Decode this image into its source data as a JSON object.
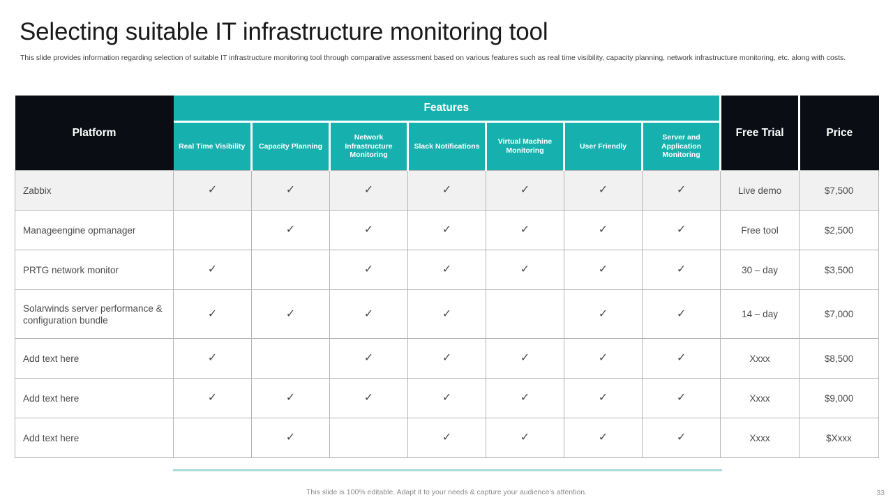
{
  "slide": {
    "title": "Selecting suitable IT infrastructure monitoring tool",
    "subtitle": "This slide provides information regarding selection of suitable IT infrastructure monitoring tool through comparative assessment based on various features such as real time visibility, capacity planning, network infrastructure monitoring, etc. along with costs.",
    "footer_note": "This slide is 100% editable. Adapt it to your needs & capture your audience’s attention.",
    "page_number": "33"
  },
  "colors": {
    "accent_teal": "#16b1ae",
    "header_dark": "#0a0e14",
    "row_shade": "#f1f1f1",
    "accent_line": "#a8dcdc",
    "grid_line": "#b5b5b5"
  },
  "table": {
    "group_header": "Features",
    "columns": {
      "platform": "Platform",
      "features": [
        "Real Time Visibility",
        "Capacity Planning",
        "Network Infrastructure Monitoring",
        "Slack Notifications",
        "Virtual Machine Monitoring",
        "User Friendly",
        "Server and Application Monitoring"
      ],
      "free_trial": "Free Trial",
      "price": "Price"
    },
    "tick_glyph": "✓",
    "rows": [
      {
        "platform": "Zabbix",
        "features": [
          true,
          true,
          true,
          true,
          true,
          true,
          true
        ],
        "free_trial": "Live demo",
        "price": "$7,500",
        "shaded": true,
        "tall": false
      },
      {
        "platform": "Manageengine opmanager",
        "features": [
          false,
          true,
          true,
          true,
          true,
          true,
          true
        ],
        "free_trial": "Free tool",
        "price": "$2,500",
        "shaded": false,
        "tall": false
      },
      {
        "platform": "PRTG network monitor",
        "features": [
          true,
          false,
          true,
          true,
          true,
          true,
          true
        ],
        "free_trial": "30 – day",
        "price": "$3,500",
        "shaded": false,
        "tall": false
      },
      {
        "platform": "Solarwinds server performance & configuration bundle",
        "features": [
          true,
          true,
          true,
          true,
          false,
          true,
          true
        ],
        "free_trial": "14 – day",
        "price": "$7,000",
        "shaded": false,
        "tall": true
      },
      {
        "platform": "Add text here",
        "features": [
          true,
          false,
          true,
          true,
          true,
          true,
          true
        ],
        "free_trial": "Xxxx",
        "price": "$8,500",
        "shaded": false,
        "tall": false
      },
      {
        "platform": "Add text here",
        "features": [
          true,
          true,
          true,
          true,
          true,
          true,
          true
        ],
        "free_trial": "Xxxx",
        "price": "$9,000",
        "shaded": false,
        "tall": false
      },
      {
        "platform": "Add text here",
        "features": [
          false,
          true,
          false,
          true,
          true,
          true,
          true
        ],
        "free_trial": "Xxxx",
        "price": "$Xxxx",
        "shaded": false,
        "tall": false
      }
    ]
  }
}
